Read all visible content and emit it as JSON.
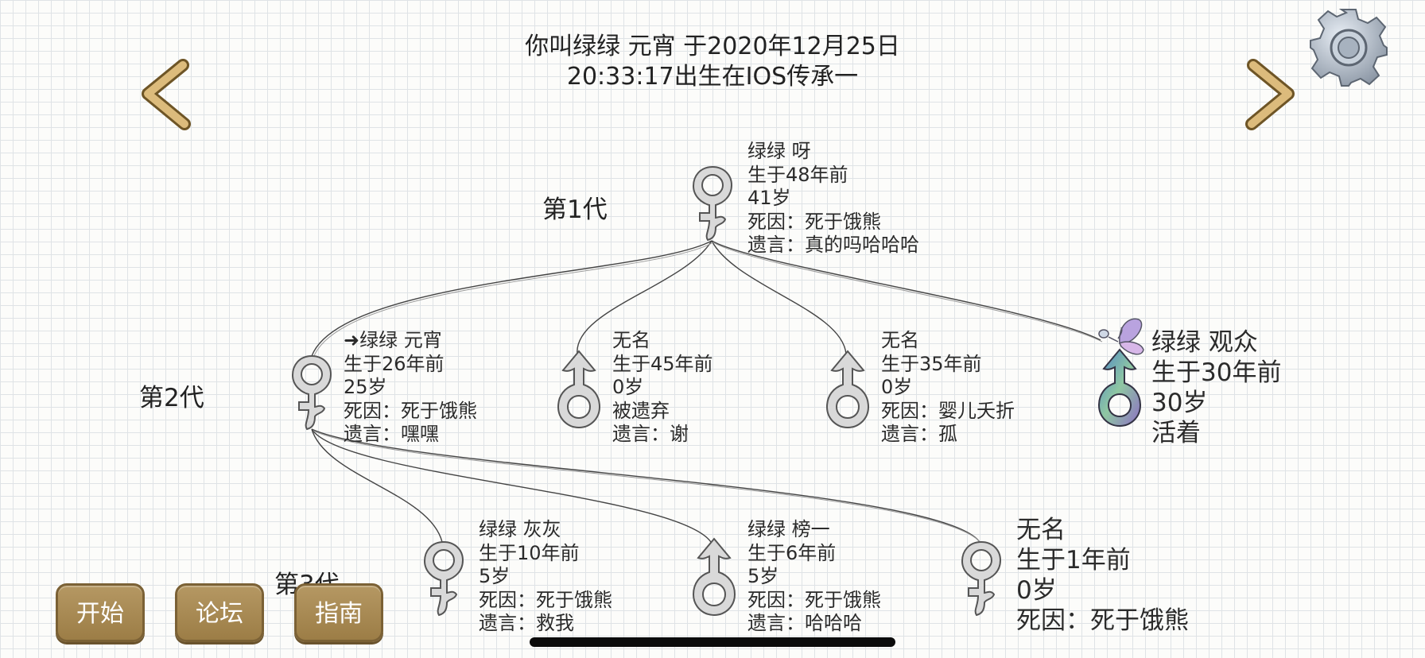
{
  "header": {
    "line1": "你叫绿绿 元宵 于2020年12月25日",
    "line2": "20:33:17出生在IOS传承一"
  },
  "generations": [
    "第1代",
    "第2代",
    "第3代"
  ],
  "people": {
    "p1": {
      "lines": [
        "绿绿 呀",
        "生于48年前",
        "41岁",
        "死因：死于饿熊",
        "遗言：真的吗哈哈哈"
      ]
    },
    "p2": {
      "lines": [
        "➜绿绿 元宵",
        "生于26年前",
        "25岁",
        "死因：死于饿熊",
        "遗言：嘿嘿"
      ]
    },
    "p3": {
      "lines": [
        "无名",
        "生于45年前",
        "0岁",
        "被遗弃",
        "遗言：谢"
      ]
    },
    "p4": {
      "lines": [
        "无名",
        "生于35年前",
        "0岁",
        "死因：婴儿夭折",
        "遗言：孤"
      ]
    },
    "p5": {
      "lines": [
        "绿绿 观众",
        "生于30年前",
        "30岁",
        "活着"
      ]
    },
    "p6": {
      "lines": [
        "绿绿 灰灰",
        "生于10年前",
        "5岁",
        "死因：死于饿熊",
        "遗言：救我"
      ]
    },
    "p7": {
      "lines": [
        "绿绿 榜一",
        "生于6年前",
        "5岁",
        "死因：死于饿熊",
        "遗言：哈哈哈"
      ]
    },
    "p8": {
      "lines": [
        "无名",
        "生于1年前",
        "0岁",
        "死因：死于饿熊"
      ]
    }
  },
  "buttons": {
    "start": "开始",
    "forum": "论坛",
    "guide": "指南"
  },
  "icons": {
    "prev": "chevron-left-icon",
    "next": "chevron-right-icon",
    "settings": "gear-icon",
    "female": "female-symbol-icon",
    "male": "male-symbol-icon",
    "butterfly": "butterfly-icon"
  },
  "colors": {
    "arrow": "#d9b676",
    "button": "#a68850",
    "symbol": "#d4d4d4",
    "grid": "#dfe3e6"
  }
}
